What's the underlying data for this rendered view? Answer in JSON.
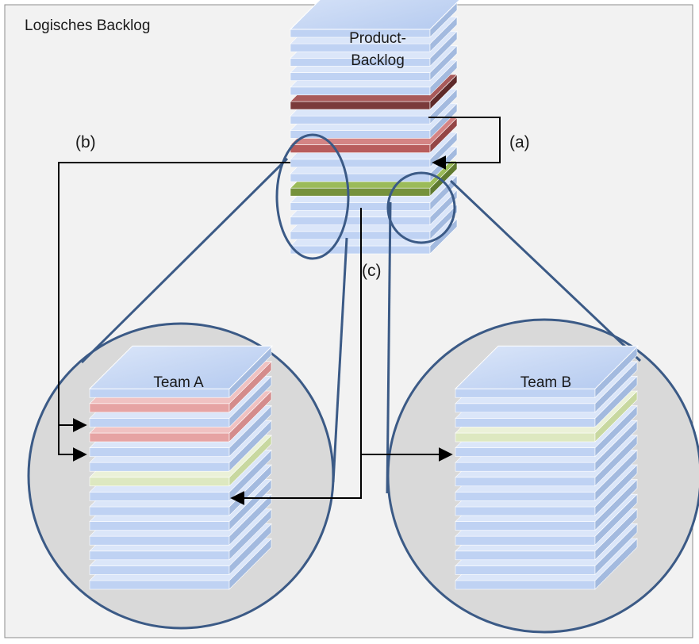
{
  "frame_title": "Logisches Backlog",
  "labels": {
    "a": "(a)",
    "b": "(b)",
    "c": "(c)"
  },
  "stacks": {
    "product": {
      "title_line1": "Product-",
      "title_line2": "Backlog",
      "slabs": [
        "blue",
        "blue",
        "blue",
        "blue",
        "blue",
        "darkred",
        "blue",
        "blue",
        "red",
        "blue",
        "blue",
        "green",
        "blue",
        "blue",
        "blue",
        "blue"
      ]
    },
    "team_a": {
      "title": "Team A",
      "slabs": [
        "blue",
        "lightred",
        "blue",
        "lightred",
        "blue",
        "blue",
        "lightgreen",
        "blue",
        "blue",
        "blue",
        "blue",
        "blue",
        "blue",
        "blue"
      ]
    },
    "team_b": {
      "title": "Team B",
      "slabs": [
        "blue",
        "blue",
        "blue",
        "lightgreen",
        "blue",
        "blue",
        "blue",
        "blue",
        "blue",
        "blue",
        "blue",
        "blue",
        "blue",
        "blue"
      ]
    }
  },
  "colors": {
    "frame_bg": "#f2f2f2",
    "frame_border": "#8c8c8c",
    "circle_fill": "#d9d9d9",
    "circle_stroke": "#3b5a86",
    "arrow": "#000000",
    "blue": [
      "#bfd2f3",
      "#dbe6f9",
      "#a3badf"
    ],
    "darkred": [
      "#7a3a3a",
      "#a85a5a",
      "#5e2a2a"
    ],
    "red": [
      "#b85c5c",
      "#d48484",
      "#944646"
    ],
    "green": [
      "#76923c",
      "#9bbb59",
      "#5f7a30"
    ],
    "lightred": [
      "#e6a3a3",
      "#f0c2c2",
      "#d48c8c"
    ],
    "lightgreen": [
      "#dde8c0",
      "#ebf1d8",
      "#c8d8a0"
    ]
  }
}
